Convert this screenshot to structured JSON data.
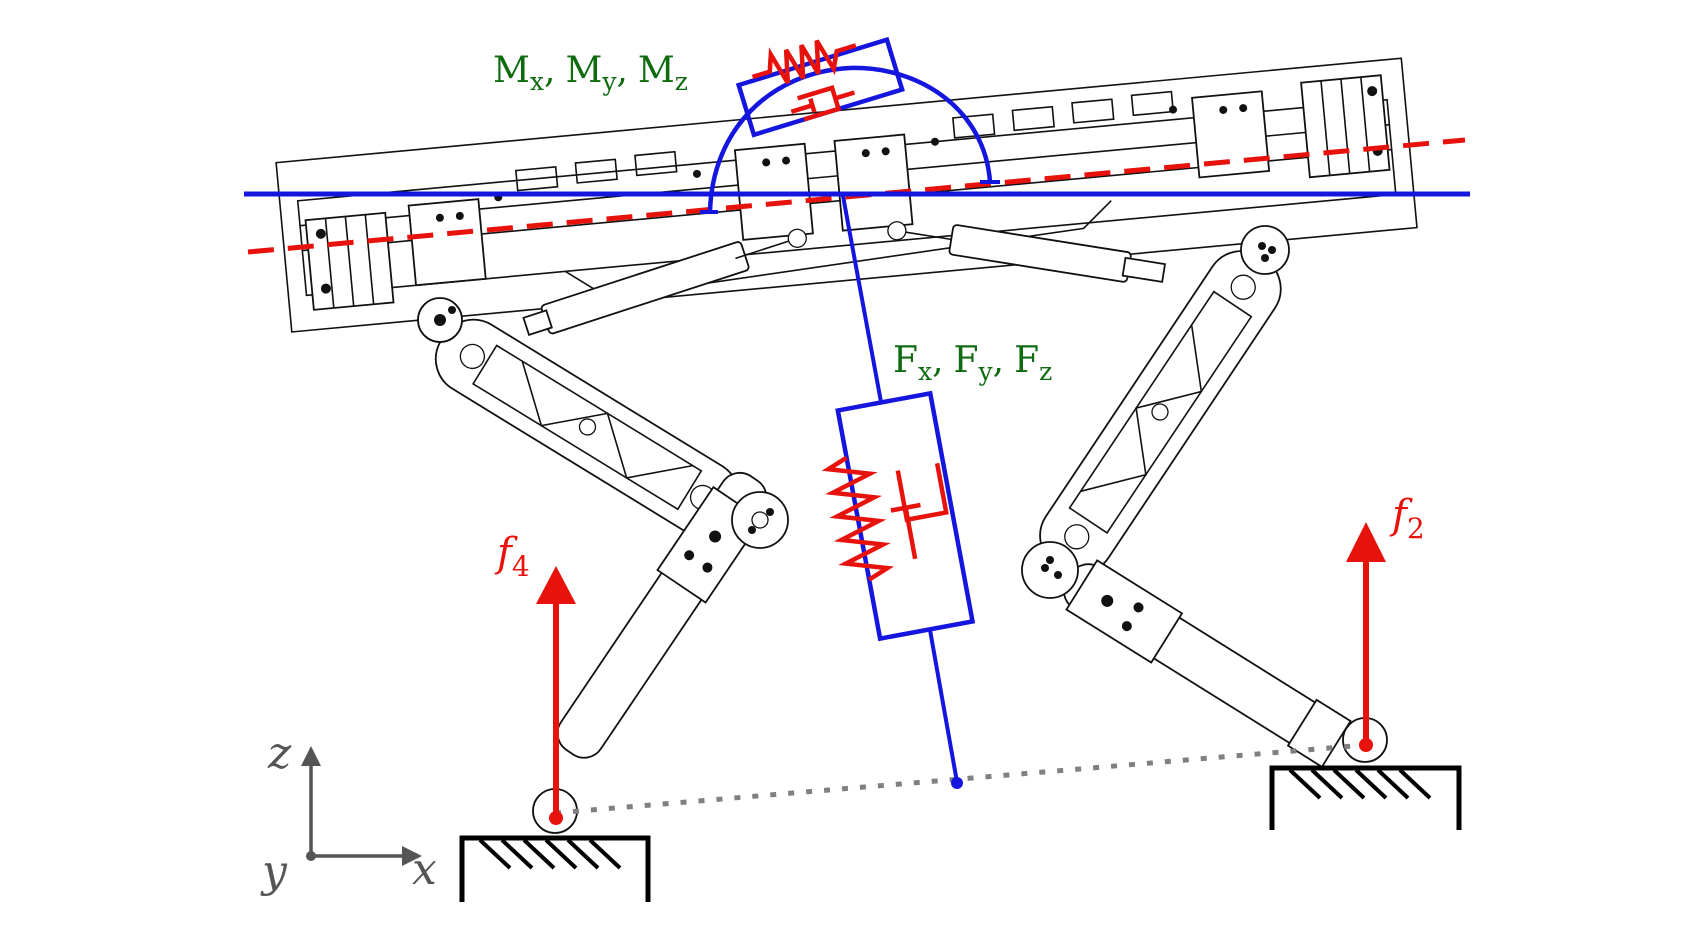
{
  "colors": {
    "spring_damper": "#e8120c",
    "frame": "#1515e0",
    "labels": "#0f6b0f",
    "forces": "#e8120c",
    "axes": "#555555",
    "dotted": "#808080"
  },
  "labels": {
    "moments": {
      "m1": "M",
      "s1": "x",
      "m2": "M",
      "s2": "y",
      "m3": "M",
      "s3": "z",
      "sep": ","
    },
    "forces_text": {
      "f1": "F",
      "s1": "x",
      "f2": "F",
      "s2": "y",
      "f3": "F",
      "s3": "z",
      "sep": ","
    },
    "force_left": {
      "base": "f",
      "sub": "4"
    },
    "force_right": {
      "base": "f",
      "sub": "2"
    },
    "axes": {
      "z": "z",
      "x": "x",
      "y": "y"
    }
  }
}
